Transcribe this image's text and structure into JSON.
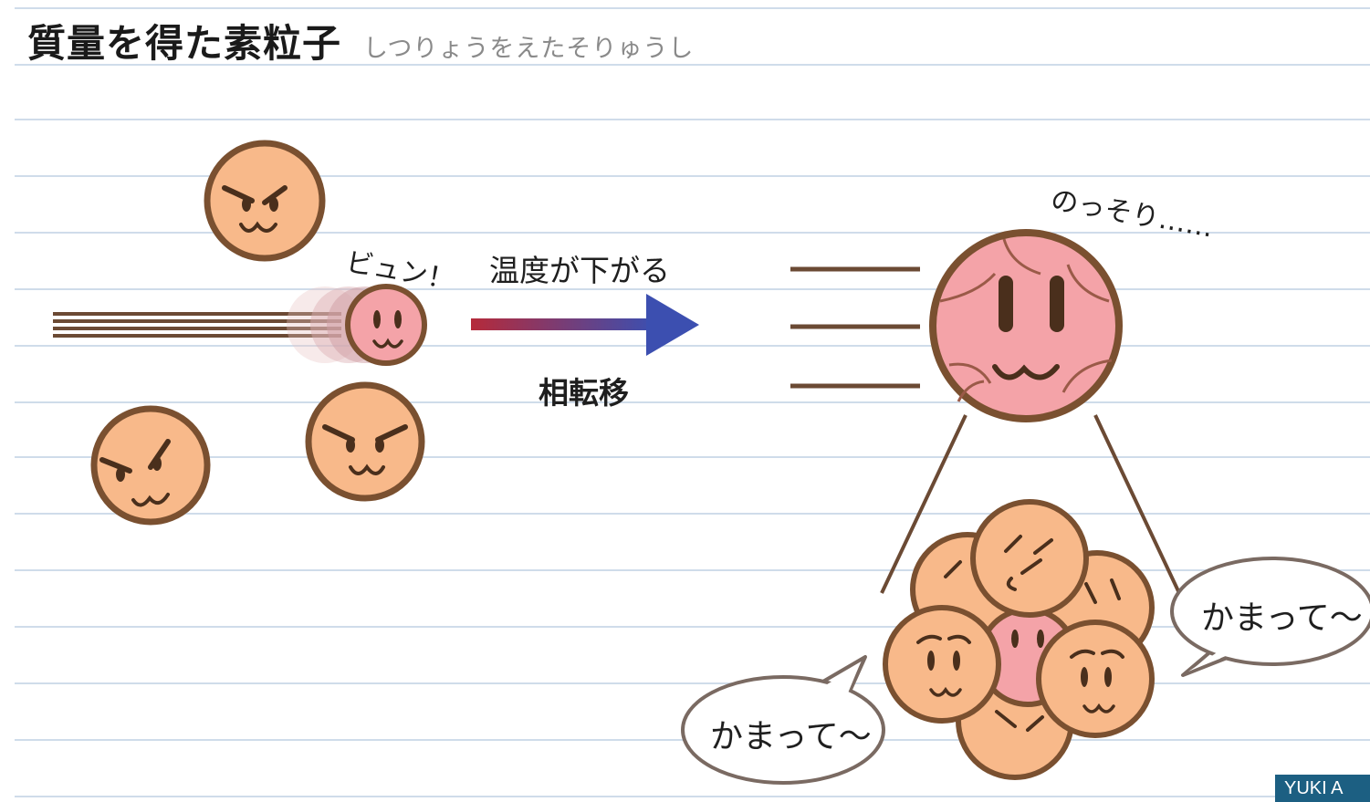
{
  "title": {
    "main": "質量を得た素粒子",
    "reading": "しつりょうをえたそりゅうし"
  },
  "labels": {
    "whoosh": "ビュン！",
    "condition": "温度が下がる",
    "process": "相転移",
    "heavy": "のっそり……"
  },
  "speech": {
    "left": "かまって〜",
    "right": "かまって〜"
  },
  "credit": "YUKI A",
  "colors": {
    "face_orange": "#f8b98a",
    "face_pink": "#f4a3a8",
    "outline_brown": "#7a5030",
    "arrow_start": "#b52a3a",
    "arrow_end": "#3c4fb0",
    "ruled_line": "#cfdcea"
  }
}
